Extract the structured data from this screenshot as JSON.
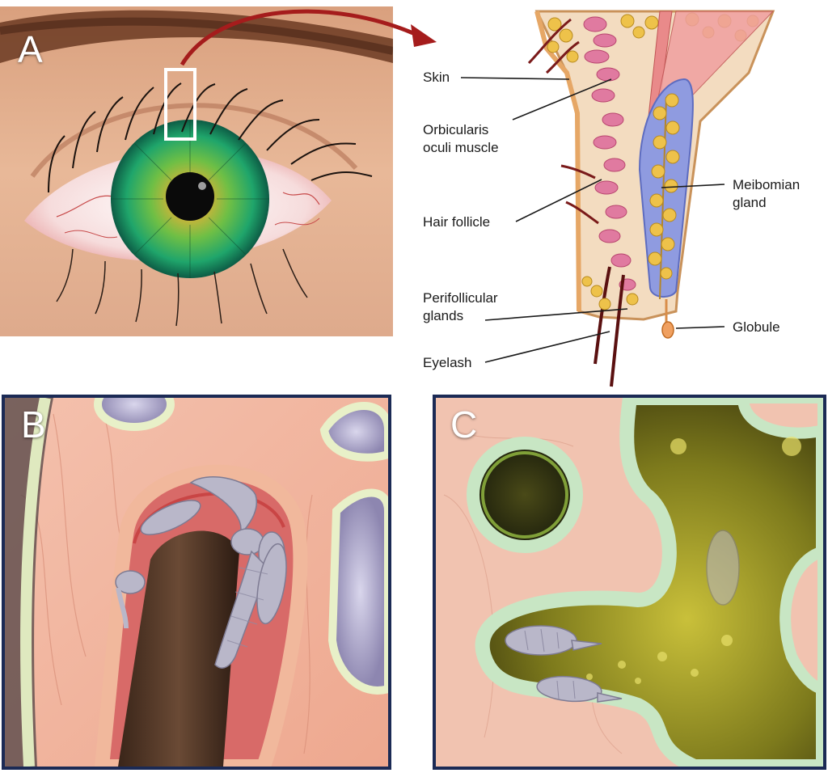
{
  "panels": {
    "a": {
      "letter": "A"
    },
    "b": {
      "letter": "B"
    },
    "c": {
      "letter": "C"
    }
  },
  "diagram": {
    "labels": {
      "skin": "Skin",
      "orbicularis": "Orbicularis\noculi muscle",
      "hair_follicle": "Hair follicle",
      "perifollicular": "Perifollicular\nglands",
      "eyelash": "Eyelash",
      "meibomian": "Meibomian\ngland",
      "globule": "Globule"
    }
  },
  "colors": {
    "panel_border": "#1b2a55",
    "arrow": "#a51c1c",
    "iris": "#2fae66",
    "gland": "#e6b93a",
    "muscle": "#d9668c",
    "duct": "#8f9be0"
  }
}
